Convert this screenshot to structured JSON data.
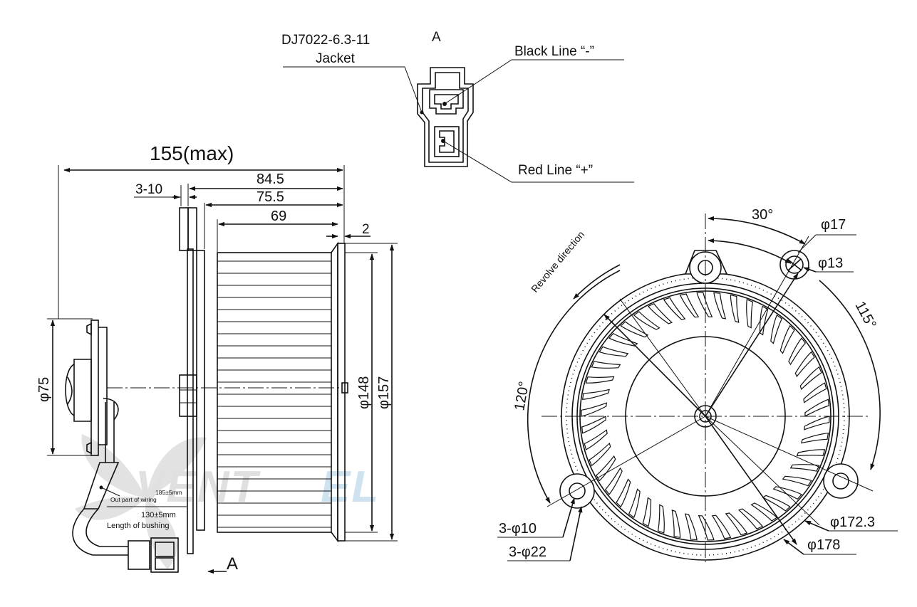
{
  "connector": {
    "view_label": "A",
    "part_number": "DJ7022-6.3-11",
    "jacket_label": "Jacket",
    "black_line_label": "Black Line “-”",
    "red_line_label": "Red Line “+”"
  },
  "side_view": {
    "overall_length": "155(max)",
    "dim_84_5": "84.5",
    "dim_75_5": "75.5",
    "dim_69": "69",
    "dim_3_10": "3-10",
    "dim_2": "2",
    "dim_d75": "φ75",
    "dim_d148": "φ148",
    "dim_d157": "φ157",
    "wiring_length": "185±5mm",
    "wiring_note": "Out part of wiring",
    "bushing_length": "130±5mm",
    "bushing_note": "Length of bushing",
    "section_arrow_label": "A"
  },
  "front_view": {
    "revolve_direction": "Revolve direction",
    "angle_30": "30°",
    "angle_115": "115°",
    "angle_120": "120°",
    "dim_d17": "φ17",
    "dim_d13": "φ13",
    "dim_d172_3": "φ172.3",
    "dim_d178": "φ178",
    "holes_small": "3-φ10",
    "holes_large": "3-φ22"
  },
  "watermark": {
    "left_part": "VENT",
    "right_part": "EL"
  },
  "colors": {
    "ink": "#111111",
    "watermark_grey": "#e2e2e2",
    "watermark_blue": "#cfe2f0"
  }
}
